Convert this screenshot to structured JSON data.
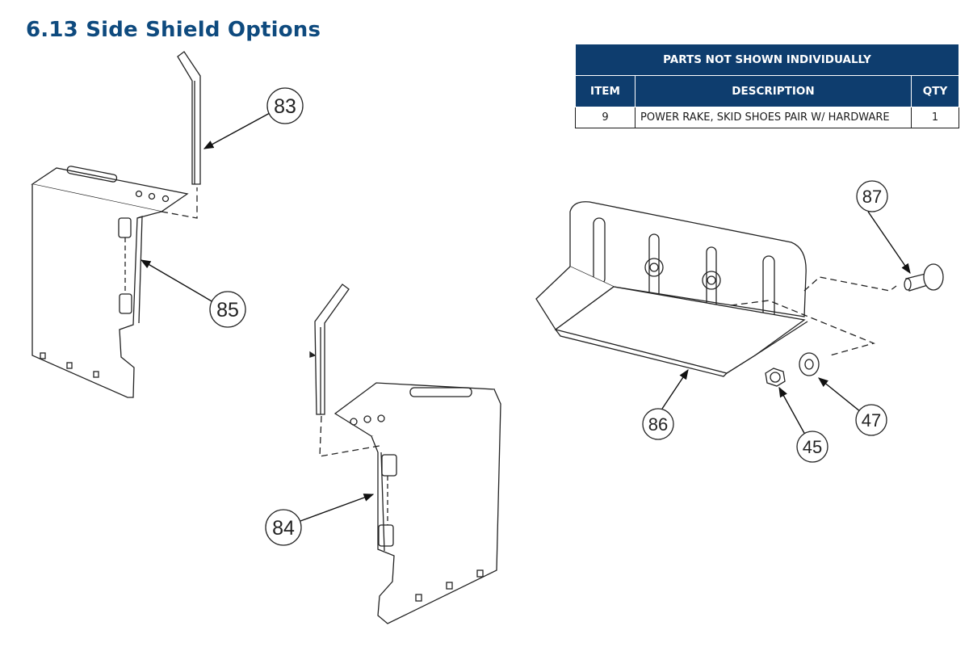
{
  "page": {
    "title": "6.13 Side Shield Options"
  },
  "parts_table": {
    "title": "PARTS NOT SHOWN INDIVIDUALLY",
    "headers": {
      "item": "ITEM",
      "description": "DESCRIPTION",
      "qty": "QTY"
    },
    "rows": [
      {
        "item": "9",
        "description": "POWER RAKE, SKID SHOES PAIR W/ HARDWARE",
        "qty": "1"
      }
    ]
  },
  "callouts": {
    "c83": "83",
    "c84": "84",
    "c85": "85",
    "c86": "86",
    "c87": "87",
    "c45": "45",
    "c47": "47"
  }
}
